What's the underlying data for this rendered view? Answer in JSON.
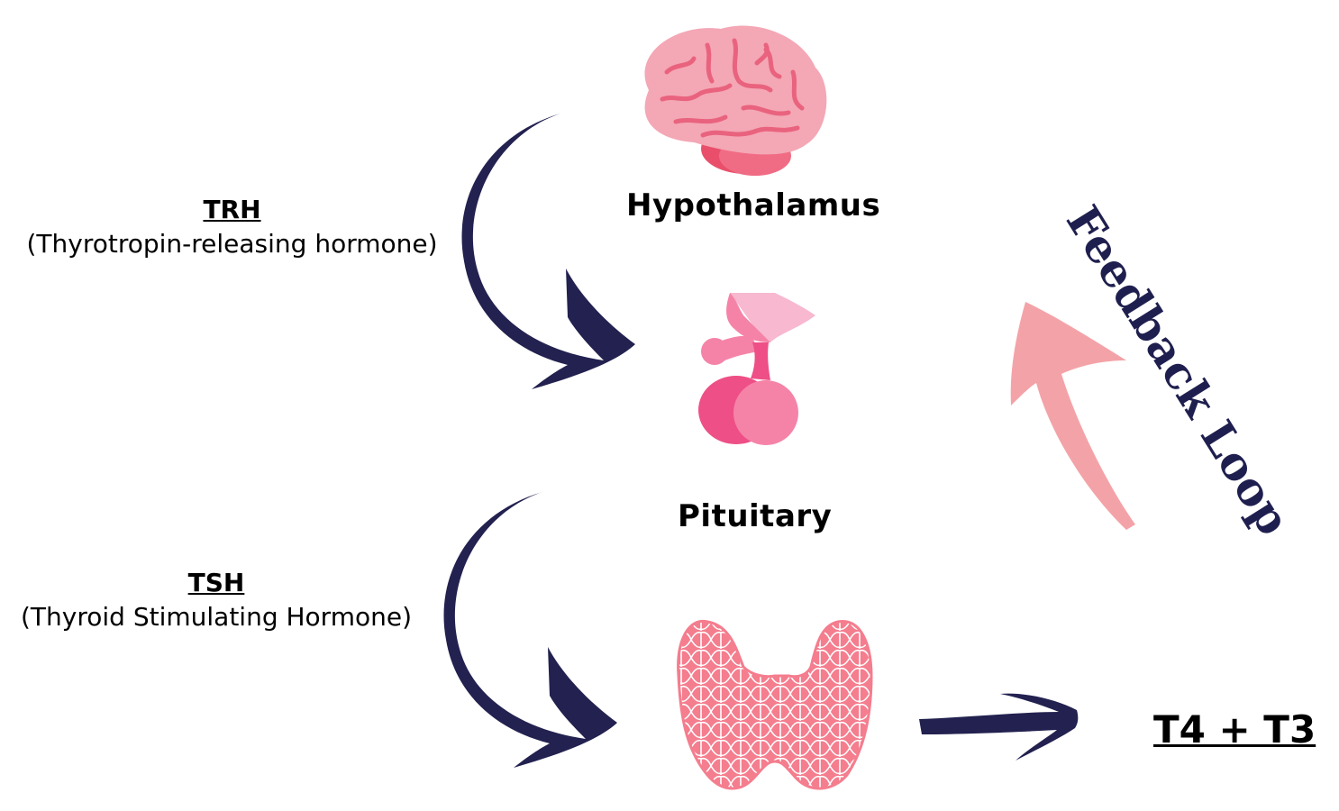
{
  "organs": {
    "hypothalamus": {
      "label": "Hypothalamus",
      "icon": "brain-icon"
    },
    "pituitary": {
      "label": "Pituitary",
      "icon": "pituitary-gland-icon"
    },
    "thyroid": {
      "icon": "thyroid-gland-icon"
    }
  },
  "hormones": {
    "trh": {
      "abbr": "TRH",
      "full": "(Thyrotropin-releasing hormone)"
    },
    "tsh": {
      "abbr": "TSH",
      "full": "(Thyroid Stimulating Hormone)"
    }
  },
  "output": {
    "label": "T4 + T3"
  },
  "feedback": {
    "label": "Feedback Loop"
  },
  "colors": {
    "arrow_dark": "#22214f",
    "feedback_arrow": "#f3a3a8",
    "brain_light": "#f4a7b5",
    "brain_lines": "#e9637e",
    "brain_stem": "#e94f6b",
    "pituitary_pink": "#f583a8",
    "pituitary_dark": "#ee4f86",
    "thyroid_pink": "#f47d8e"
  }
}
